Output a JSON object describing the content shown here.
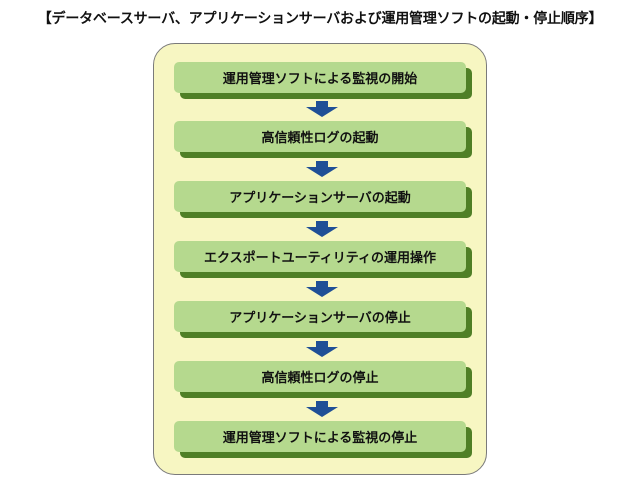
{
  "title": "【データベースサーバ、アプリケーションサーバおよび運用管理ソフトの起動・停止順序】",
  "colors": {
    "panel_fill": "#f7f6c2",
    "panel_border": "#7a7a7a",
    "step_fill": "#b5d98e",
    "step_shadow": "#4f7f26",
    "arrow_fill": "#1f4f96"
  },
  "steps": [
    "運用管理ソフトによる監視の開始",
    "高信頼性ログの起動",
    "アプリケーションサーバの起動",
    "エクスポートユーティリティの運用操作",
    "アプリケーションサーバの停止",
    "高信頼性ログの停止",
    "運用管理ソフトによる監視の停止"
  ],
  "connectors": [
    {
      "from": 1,
      "to": 2,
      "icon": "down-arrow-icon"
    },
    {
      "from": 2,
      "to": 3,
      "icon": "down-arrow-icon"
    },
    {
      "from": 3,
      "to": 4,
      "icon": "down-arrow-icon"
    },
    {
      "from": 4,
      "to": 5,
      "icon": "down-arrow-icon"
    },
    {
      "from": 5,
      "to": 6,
      "icon": "down-arrow-icon"
    },
    {
      "from": 6,
      "to": 7,
      "icon": "down-arrow-icon"
    }
  ]
}
